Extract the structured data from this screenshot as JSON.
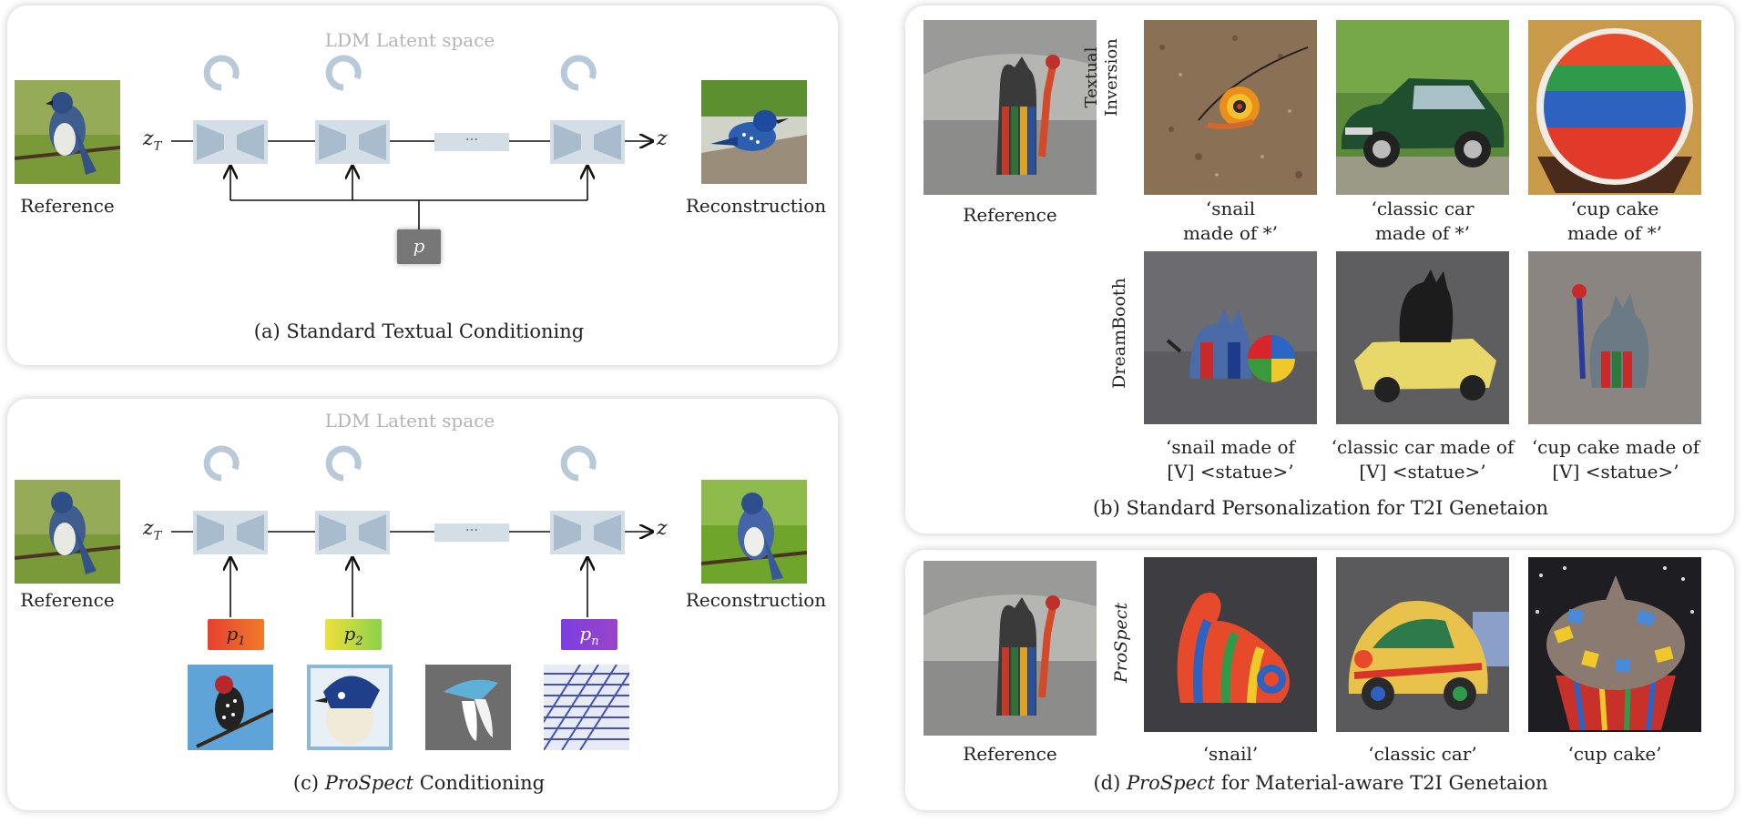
{
  "panel_a": {
    "latent_title": "LDM Latent space",
    "reference_label": "Reference",
    "reconstruction_label": "Reconstruction",
    "zt_symbol": "z",
    "zt_subscript": "T",
    "z_symbol": "z",
    "ellipsis": "···",
    "p_symbol": "p",
    "caption": "(a) Standard Textual Conditioning"
  },
  "panel_c": {
    "latent_title": "LDM Latent space",
    "reference_label": "Reference",
    "reconstruction_label": "Reconstruction",
    "zt_symbol": "z",
    "zt_subscript": "T",
    "z_symbol": "z",
    "ellipsis": "···",
    "prompts": [
      {
        "symbol": "p",
        "subscript": "1",
        "color": "#ea4a3a"
      },
      {
        "symbol": "p",
        "subscript": "2",
        "color": "#c7dc3a"
      },
      {
        "symbol": "p",
        "subscript": "n",
        "color": "#8a3ed6"
      }
    ],
    "caption_prefix": "(c) ",
    "caption_italic": "ProSpect",
    "caption_suffix": " Conditioning"
  },
  "panel_b": {
    "reference_label": "Reference",
    "row1_label": "Textual Inversion",
    "row1_label_line1": "Textual",
    "row1_label_line2": "Inversion",
    "row2_label": "DreamBooth",
    "row1_captions": [
      {
        "line1": "‘snail",
        "line2": "made of *’"
      },
      {
        "line1": "‘classic car",
        "line2": "made of *’"
      },
      {
        "line1": "‘cup cake",
        "line2": "made of *’"
      }
    ],
    "row2_captions": [
      {
        "line1": "‘snail made of",
        "line2": "[V] <statue>’"
      },
      {
        "line1": "‘classic car made of",
        "line2": "[V] <statue>’"
      },
      {
        "line1": "‘cup cake made of",
        "line2": "[V] <statue>’"
      }
    ],
    "caption": "(b) Standard Personalization for T2I Genetaion"
  },
  "panel_d": {
    "reference_label": "Reference",
    "row_label": "ProSpect",
    "captions": [
      "‘snail’",
      "‘classic car’",
      "‘cup cake’"
    ],
    "caption_prefix": "(d) ",
    "caption_italic": "ProSpect",
    "caption_suffix": " for Material-aware T2I Genetaion"
  },
  "colors": {
    "unet_block": "#a9bccd",
    "unet_glow": "#d4dee7",
    "p_box": "#777777"
  }
}
